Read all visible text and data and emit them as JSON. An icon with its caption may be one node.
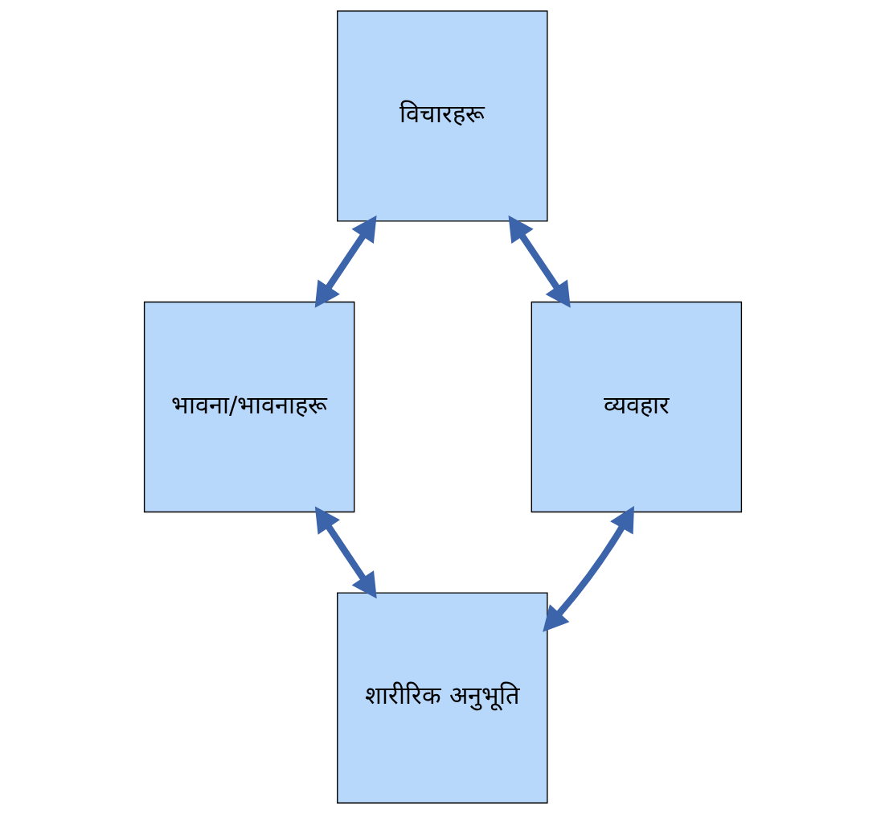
{
  "diagram": {
    "nodes": [
      {
        "text": [
          "विचारहरू"
        ]
      },
      {
        "text": [
          "भावना/भावनाहरू"
        ]
      },
      {
        "text": [
          "व्यवहार"
        ]
      },
      {
        "text": [
          "शारीरिक अनुभूति"
        ]
      }
    ],
    "edges": [
      {
        "from": 0,
        "to": 1,
        "arrow": "both"
      },
      {
        "from": 0,
        "to": 2,
        "arrow": "both"
      },
      {
        "from": 1,
        "to": 3,
        "arrow": "both"
      },
      {
        "from": 3,
        "to": 2,
        "arrow": "both"
      }
    ]
  }
}
